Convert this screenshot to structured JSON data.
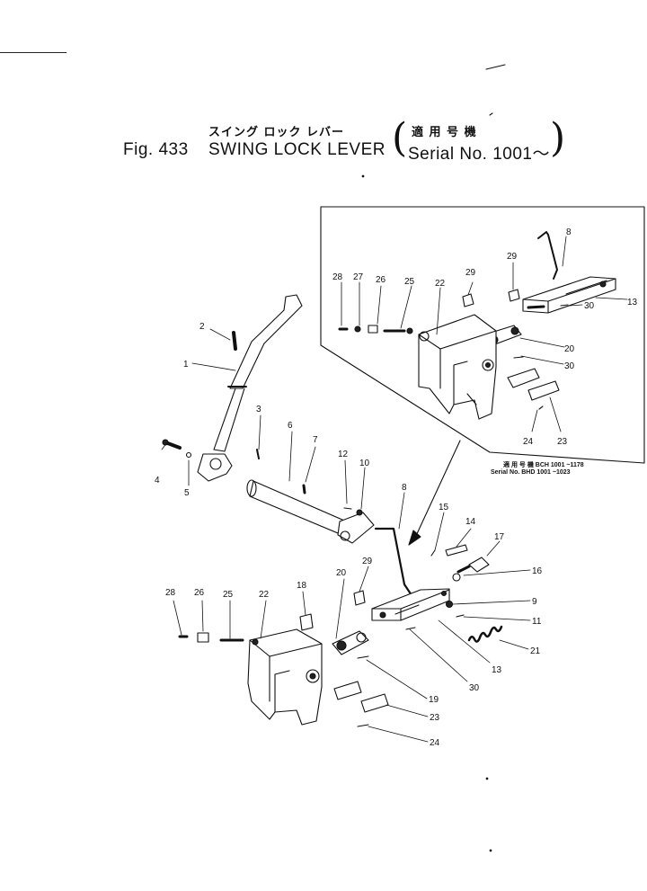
{
  "header": {
    "fig_label": "Fig. 433",
    "title_jp": "スイング ロック レバー",
    "title_en": "SWING LOCK LEVER",
    "serial_jp": "適 用 号 機",
    "serial_en": "Serial No. 1001～",
    "open_paren": "(",
    "close_paren": ")"
  },
  "inset": {
    "serial_line1": "適 用 号 機 BCH 1001 ~1178",
    "serial_line2": "Serial No. BHD 1001 ~1023"
  },
  "callouts": {
    "c1": "1",
    "c2": "2",
    "c3": "3",
    "c4": "4",
    "c5": "5",
    "c6": "6",
    "c7": "7",
    "c8": "8",
    "c9": "9",
    "c10": "10",
    "c11": "11",
    "c12": "12",
    "c13": "13",
    "c14": "14",
    "c15": "15",
    "c16": "16",
    "c17": "17",
    "c18": "18",
    "c19": "19",
    "c20": "20",
    "c21": "21",
    "c22": "22",
    "c23": "23",
    "c24": "24",
    "c25": "25",
    "c26": "26",
    "c28": "28",
    "c29": "29",
    "c30": "30",
    "i8": "8",
    "i13": "13",
    "i20": "20",
    "i22": "22",
    "i23": "23",
    "i24": "24",
    "i25": "25",
    "i26": "26",
    "i27": "27",
    "i28": "28",
    "i29a": "29",
    "i29b": "29",
    "i30a": "30",
    "i30b": "30"
  }
}
